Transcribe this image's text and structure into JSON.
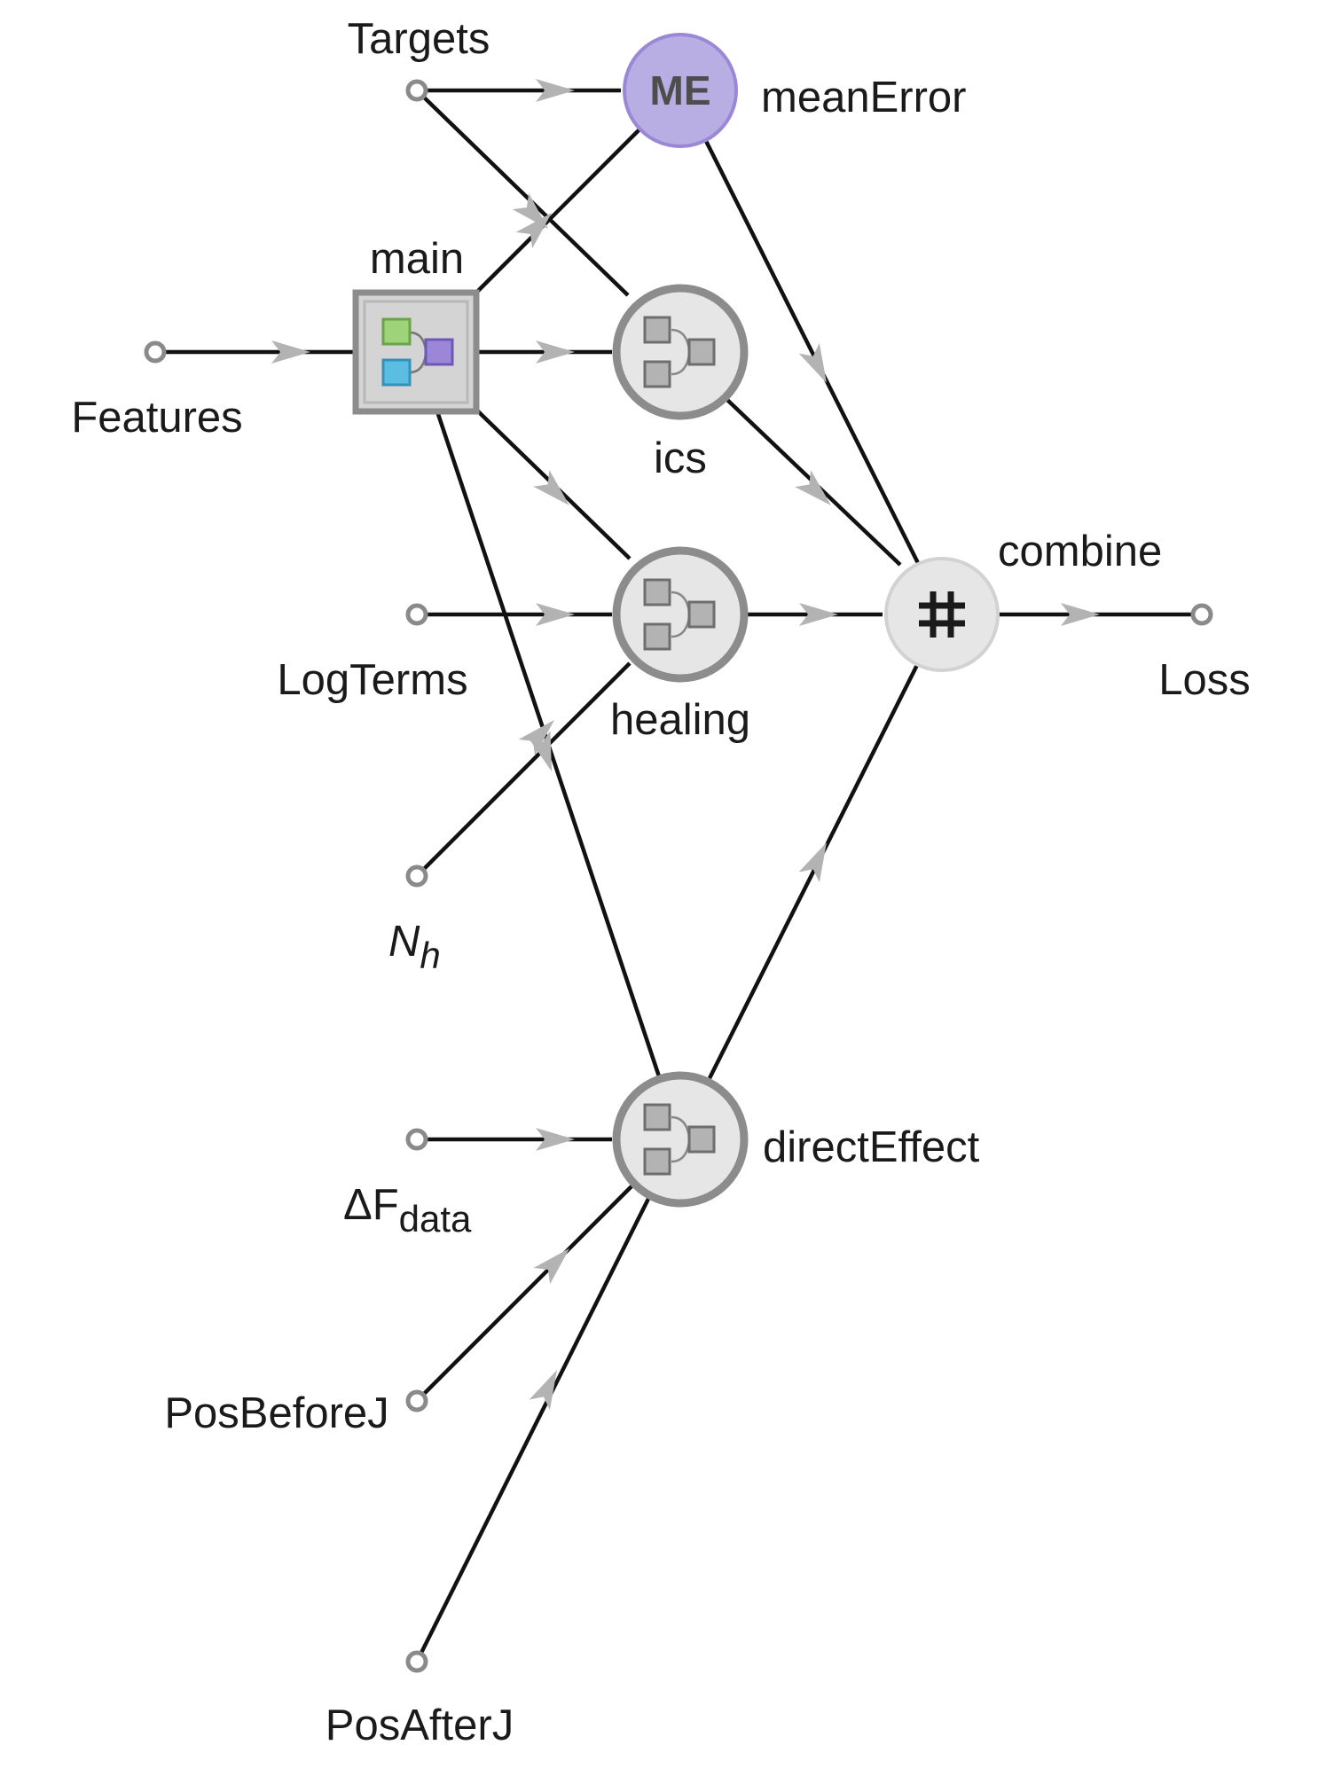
{
  "nodes": {
    "targets": {
      "label": "Targets"
    },
    "features": {
      "label": "Features"
    },
    "logterms": {
      "label": "LogTerms"
    },
    "nh": {
      "label": "N",
      "sub": "h"
    },
    "deltaf": {
      "label": "ΔF",
      "sub": "data"
    },
    "posbefore": {
      "label": "PosBeforeJ"
    },
    "posafter": {
      "label": "PosAfterJ"
    },
    "main": {
      "label": "main"
    },
    "meanerror": {
      "label": "meanError",
      "badge": "ME"
    },
    "ics": {
      "label": "ics"
    },
    "healing": {
      "label": "healing"
    },
    "directeffect": {
      "label": "directEffect"
    },
    "combine": {
      "label": "combine",
      "symbol": "⌗"
    },
    "loss": {
      "label": "Loss"
    }
  },
  "colors": {
    "edge": "#111111",
    "arrow": "#b3b3b3",
    "me_fill": "#b9aee3",
    "me_stroke": "#9b87d6",
    "net_fill": "#e6e6e6",
    "net_stroke": "#8c8c8c",
    "main_green": "#9fd37a",
    "main_purple": "#9b86d8",
    "main_blue": "#5bbde0"
  },
  "icons": {
    "main": "network-composite-icon",
    "ics": "network-icon",
    "healing": "network-icon",
    "directeffect": "network-icon",
    "combine": "catenate-icon"
  }
}
